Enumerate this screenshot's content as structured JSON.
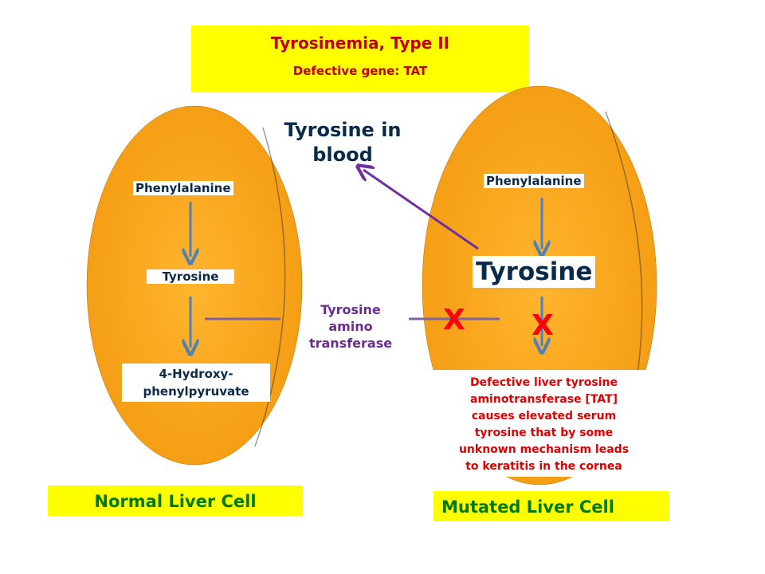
{
  "header": {
    "title": "Tyrosinemia, Type II",
    "subtitle": "Defective gene:  TAT"
  },
  "blood_label": [
    "Tyrosine in",
    "blood"
  ],
  "normal_cell": {
    "step1": "Phenylalanine",
    "step2": "Tyrosine",
    "step3_line1": "4-Hydroxy-",
    "step3_line2": "phenylpyruvate",
    "caption": "Normal Liver Cell"
  },
  "enzyme_label": [
    "Tyrosine",
    "amino",
    "transferase"
  ],
  "mutated_cell": {
    "step1": "Phenylalanine",
    "step2": "Tyrosine",
    "block_mark": "X",
    "defect_note": [
      "Defective liver tyrosine",
      "aminotransferase  [TAT]",
      "causes elevated serum",
      "tyrosine that by some",
      "unknown mechanism  leads",
      "to keratitis in the cornea"
    ],
    "caption": "Mutated Liver Cell"
  },
  "colors": {
    "cell_fill": "#f7a21b",
    "arrow_blue": "#4f81bd",
    "purple": "#7030a0",
    "yellow": "#ffff00",
    "title_red": "#c00000",
    "green": "#007a00"
  }
}
